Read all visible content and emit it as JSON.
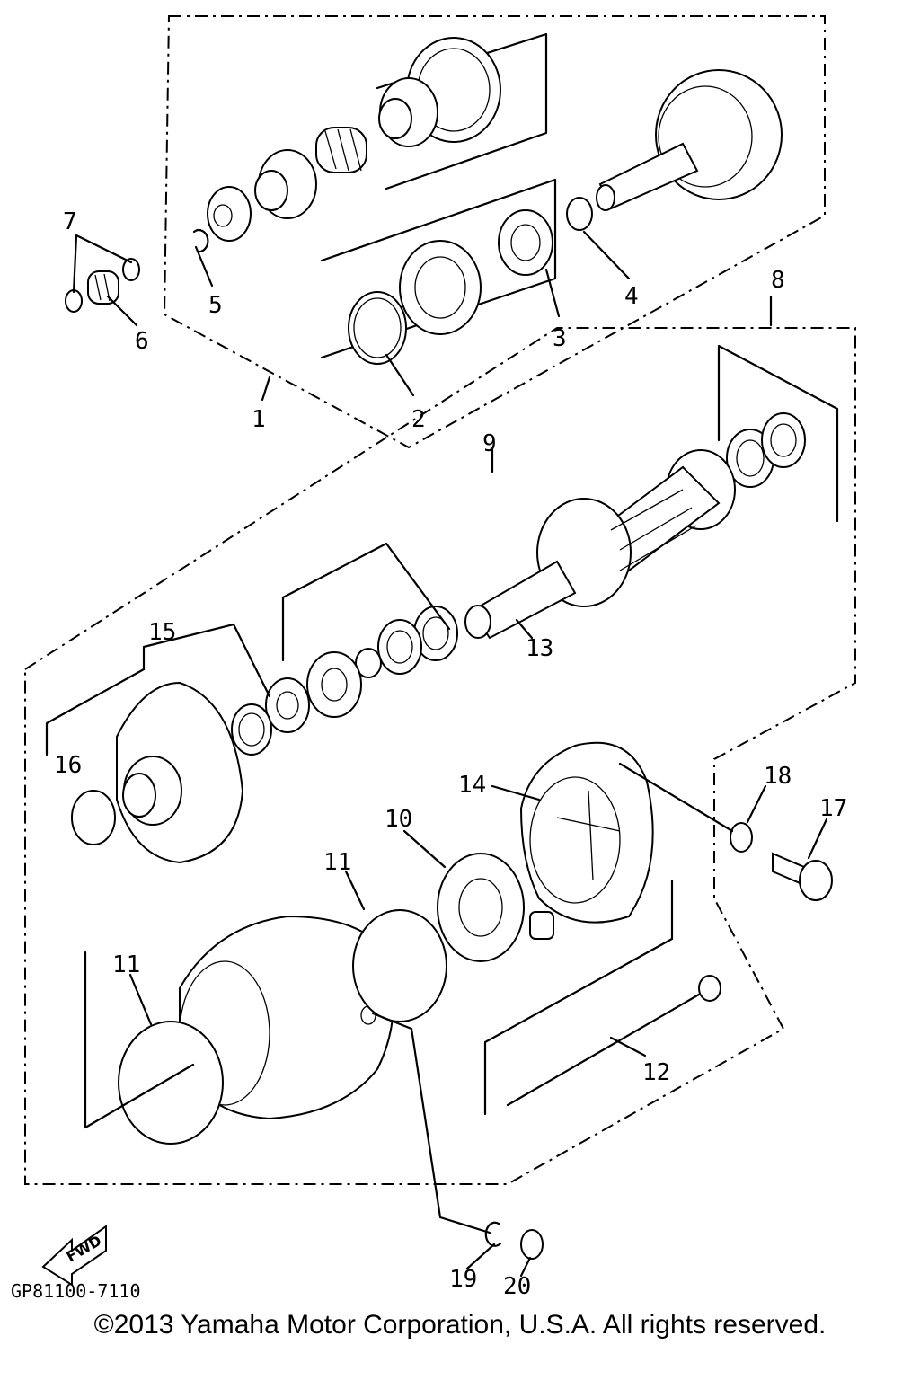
{
  "diagram_code": "GP81100-7110",
  "fwd_label": "FWD",
  "copyright": "©2013 Yamaha Motor Corporation, U.S.A. All rights reserved.",
  "callouts": [
    "1",
    "2",
    "3",
    "4",
    "5",
    "6",
    "7",
    "8",
    "9",
    "10",
    "11",
    "11",
    "12",
    "13",
    "14",
    "15",
    "16",
    "17",
    "18",
    "19",
    "20"
  ]
}
